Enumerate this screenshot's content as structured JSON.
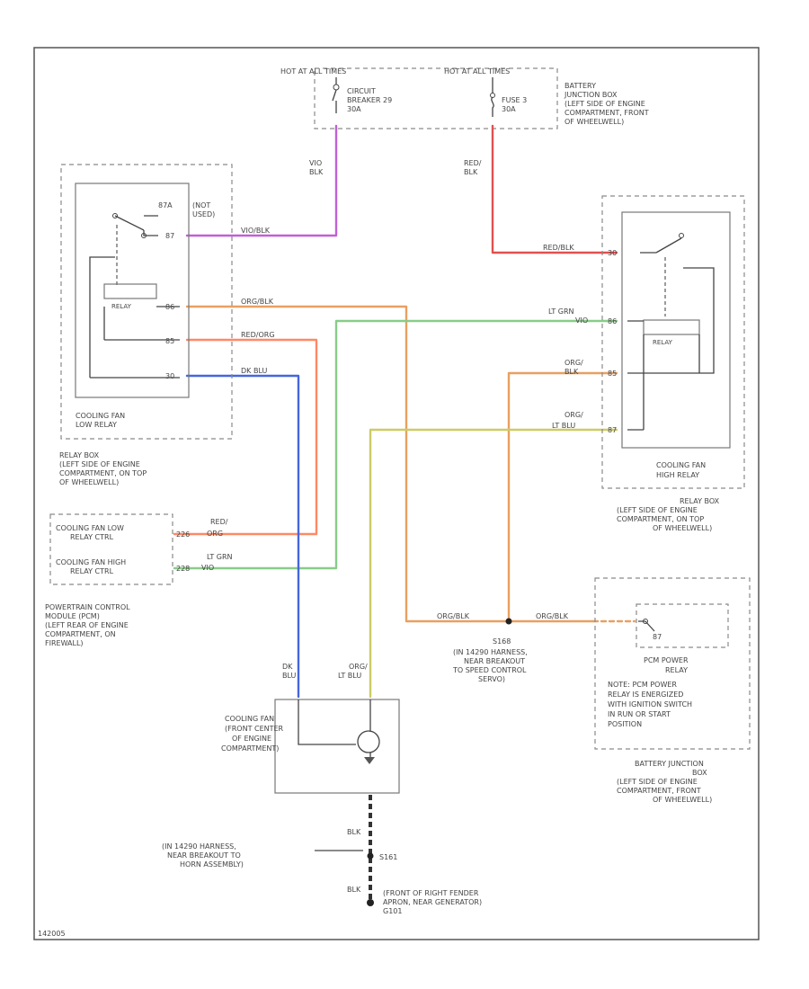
{
  "colors": {
    "wire_vio": "#c060d8",
    "wire_red": "#e05050",
    "wire_orange": "#e8a060",
    "wire_ltgrn": "#88cc88",
    "wire_blue": "#4466dd",
    "wire_yellow": "#cccc66"
  },
  "hot_labels": {
    "left": "HOT AT ALL TIMES",
    "right": "HOT AT ALL TIMES"
  },
  "circuit_breaker": {
    "line1": "CIRCUIT",
    "line2": "BREAKER 29",
    "line3": "30A"
  },
  "fuse": {
    "line1": "FUSE 3",
    "line2": "30A"
  },
  "battery_junction_top": {
    "line1": "BATTERY",
    "line2": "JUNCTION BOX",
    "line3": "(LEFT SIDE OF ENGINE",
    "line4": "COMPARTMENT, FRONT",
    "line5": "OF WHEELWELL)"
  },
  "wires": {
    "vio_blk_a": "VIO",
    "vio_blk_b": "BLK",
    "vio_blk_h": "VIO/BLK",
    "red_blk_a": "RED/",
    "red_blk_b": "BLK",
    "red_blk_h": "RED/BLK",
    "org_blk": "ORG/BLK",
    "red_org": "RED/ORG",
    "dk_blu": "DK BLU",
    "lt_grn_a": "LT GRN",
    "lt_grn_b": "VIO",
    "org_a": "ORG/",
    "org_b": "BLK",
    "org_lt_blu_a": "ORG/",
    "org_lt_blu_b": "LT BLU",
    "pcm_red_a": "RED/",
    "pcm_red_b": "ORG",
    "pcm_grn_a": "LT GRN",
    "pcm_grn_b": "VIO",
    "dk_a": "DK",
    "dk_b": "BLU",
    "org_lt_a": "ORG/",
    "org_lt_b": "LT BLU",
    "blk_1": "BLK",
    "blk_2": "BLK",
    "splice_org_l": "ORG/BLK",
    "splice_org_r": "ORG/BLK"
  },
  "low_relay": {
    "sw_label": "87A",
    "not_used_1": "(NOT",
    "not_used_2": "USED)",
    "pins": [
      "87",
      "86",
      "85",
      "30"
    ],
    "title_1": "COOLING FAN",
    "title_2": "LOW RELAY",
    "box_1": "RELAY BOX",
    "box_2": "(LEFT SIDE OF ENGINE",
    "box_3": "COMPARTMENT, ON TOP",
    "box_4": "OF WHEELWELL)"
  },
  "high_relay": {
    "pins": [
      "86",
      "85",
      "87",
      "30"
    ],
    "title_1": "COOLING FAN",
    "title_2": "HIGH RELAY",
    "box_1": "RELAY BOX",
    "box_2": "(LEFT SIDE OF ENGINE",
    "box_3": "COMPARTMENT, ON TOP",
    "box_4": "OF WHEELWELL)"
  },
  "pcm": {
    "ctrl1_1": "COOLING FAN LOW",
    "ctrl1_2": "RELAY CTRL",
    "ctrl2_1": "COOLING FAN HIGH",
    "ctrl2_2": "RELAY CTRL",
    "pin1": "226",
    "pin2": "228",
    "title_1": "POWERTRAIN CONTROL",
    "title_2": "MODULE (PCM)",
    "title_3": "(LEFT REAR OF ENGINE",
    "title_4": "COMPARTMENT, ON",
    "title_5": "FIREWALL)"
  },
  "splice_s168": {
    "id": "S168",
    "line1": "(IN 14290 HARNESS,",
    "line2": "NEAR BREAKOUT",
    "line3": "TO SPEED CONTROL",
    "line4": "SERVO)"
  },
  "pcm_power_relay": {
    "pin": "87",
    "title_1": "PCM POWER",
    "title_2": "RELAY",
    "note_1": "NOTE: PCM POWER",
    "note_2": "RELAY IS ENERGIZED",
    "note_3": "WITH IGNITION SWITCH",
    "note_4": "IN RUN OR START",
    "note_5": "POSITION",
    "loc_1": "BATTERY JUNCTION",
    "loc_2": "BOX",
    "loc_3": "(LEFT SIDE OF ENGINE",
    "loc_4": "COMPARTMENT, FRONT",
    "loc_5": "OF WHEELWELL)"
  },
  "fan": {
    "line1": "COOLING FAN",
    "line2": "(FRONT CENTER",
    "line3": "OF ENGINE",
    "line4": "COMPARTMENT)"
  },
  "splice_s161": {
    "id": "S161",
    "line1": "(IN 14290 HARNESS,",
    "line2": "NEAR BREAKOUT TO",
    "line3": "HORN ASSEMBLY)"
  },
  "ground_g101": {
    "line1": "(FRONT OF RIGHT FENDER",
    "line2": "APRON, NEAR GENERATOR)",
    "line3": "G101"
  },
  "figure_id": "142005"
}
